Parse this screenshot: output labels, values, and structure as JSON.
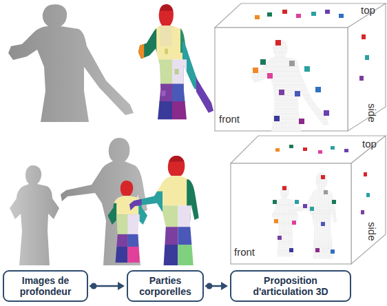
{
  "diagram": {
    "nodes": [
      {
        "text": [
          "Images de profondeur"
        ]
      },
      {
        "text": [
          "Parties corporelles"
        ]
      },
      {
        "text": [
          "Proposition d'articulation 3D"
        ]
      }
    ],
    "edges": [
      {
        "from": 0,
        "to": 1,
        "arrow": "to"
      },
      {
        "from": 1,
        "to": 2,
        "arrow": "to"
      }
    ],
    "labels": [
      "top",
      "front",
      "side",
      "top",
      "front",
      "side"
    ]
  }
}
